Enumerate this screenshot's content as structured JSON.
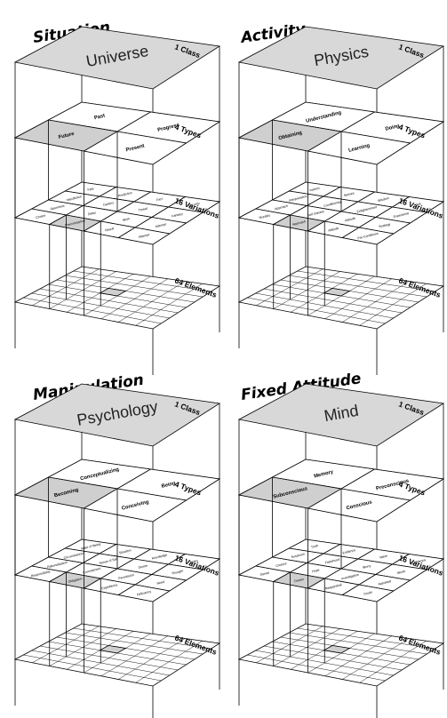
{
  "tier_labels": [
    "1 Class",
    "4 Types",
    "16 Variations",
    "64 Elements"
  ],
  "quads": [
    {
      "title": "Situation",
      "class_name": "Universe",
      "types": [
        "Past",
        "Progress",
        "Future",
        "Present"
      ],
      "variations": [
        "Fate",
        "Prediction",
        "Fact",
        "Security",
        "Interdiction",
        "Destiny",
        "Threat",
        "Fantasy",
        "Openness",
        "Delay",
        "Work",
        "Attempt",
        "Choice",
        "Preconception",
        "Result",
        "Attempt"
      ]
    },
    {
      "title": "Activity",
      "class_name": "Physics",
      "types": [
        "Understanding",
        "Doing",
        "Obtaining",
        "Learning"
      ],
      "variations": [
        "Instinct",
        "Senses",
        "Wisdom",
        "Skill",
        "Interpretation",
        "Conditioning",
        "Enlightenment",
        "Experience",
        "Approach",
        "Self Interest",
        "Attitude",
        "Strategy",
        "Morality",
        "Approach",
        "Attitude",
        "Pre-Conditions"
      ]
    },
    {
      "title": "Manipulation",
      "class_name": "Psychology",
      "types": [
        "Conceptualizing",
        "Being",
        "Becoming",
        "Conceiving"
      ],
      "variations": [
        "State of Being",
        "Situation",
        "Knowledge",
        "Ability",
        "Circumstances",
        "Sense of Self",
        "Desire",
        "Thought",
        "Rationalization",
        "Commitment",
        "Permission",
        "Need",
        "Responsibility",
        "Obligation",
        "Expediency",
        "Deficiency"
      ]
    },
    {
      "title": "Fixed Attitude",
      "class_name": "Mind",
      "types": [
        "Memory",
        "Preconscious",
        "Subconscious",
        "Conscious"
      ],
      "variations": [
        "Truth",
        "Evidence",
        "Value",
        "Confidence",
        "Suspicion",
        "Falsehood",
        "Worry",
        "Worth",
        "Closure",
        "Hope",
        "Investigation",
        "Appraisal",
        "Denial",
        "Dream",
        "Reappraisal",
        "Doubt"
      ]
    }
  ]
}
